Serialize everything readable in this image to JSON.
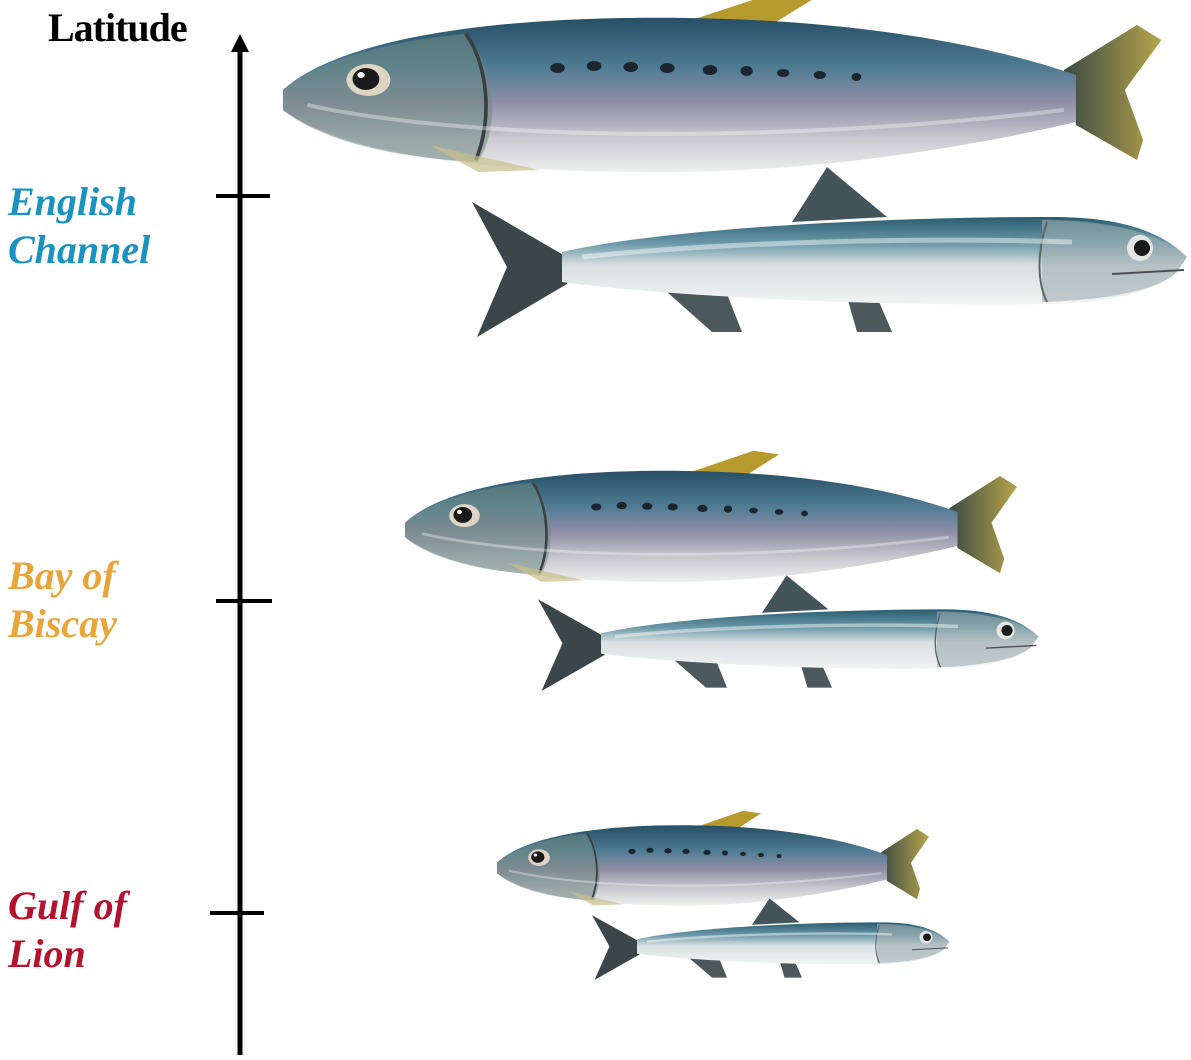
{
  "axis": {
    "title": "Latitude"
  },
  "regions": [
    {
      "line1": "English",
      "line2": "Channel",
      "color": "#1b93c0"
    },
    {
      "line1": "Bay of",
      "line2": "Biscay",
      "color": "#e8a53a"
    },
    {
      "line1": "Gulf of",
      "line2": "Lion",
      "color": "#b3132f"
    }
  ],
  "fish": [
    {
      "kind": "sardine",
      "region": "English Channel",
      "relative_size": "large"
    },
    {
      "kind": "anchovy",
      "region": "English Channel",
      "relative_size": "large"
    },
    {
      "kind": "sardine",
      "region": "Bay of Biscay",
      "relative_size": "medium"
    },
    {
      "kind": "anchovy",
      "region": "Bay of Biscay",
      "relative_size": "medium"
    },
    {
      "kind": "sardine",
      "region": "Gulf of Lion",
      "relative_size": "small"
    },
    {
      "kind": "anchovy",
      "region": "Gulf of Lion",
      "relative_size": "small"
    }
  ],
  "colors": {
    "axis": "#000000",
    "fish_back": "#2f5f78",
    "fish_belly": "#e8ecec",
    "fin": "#3f4d52",
    "sardine_fin": "#b69a2e",
    "spots": "#1c2630"
  }
}
